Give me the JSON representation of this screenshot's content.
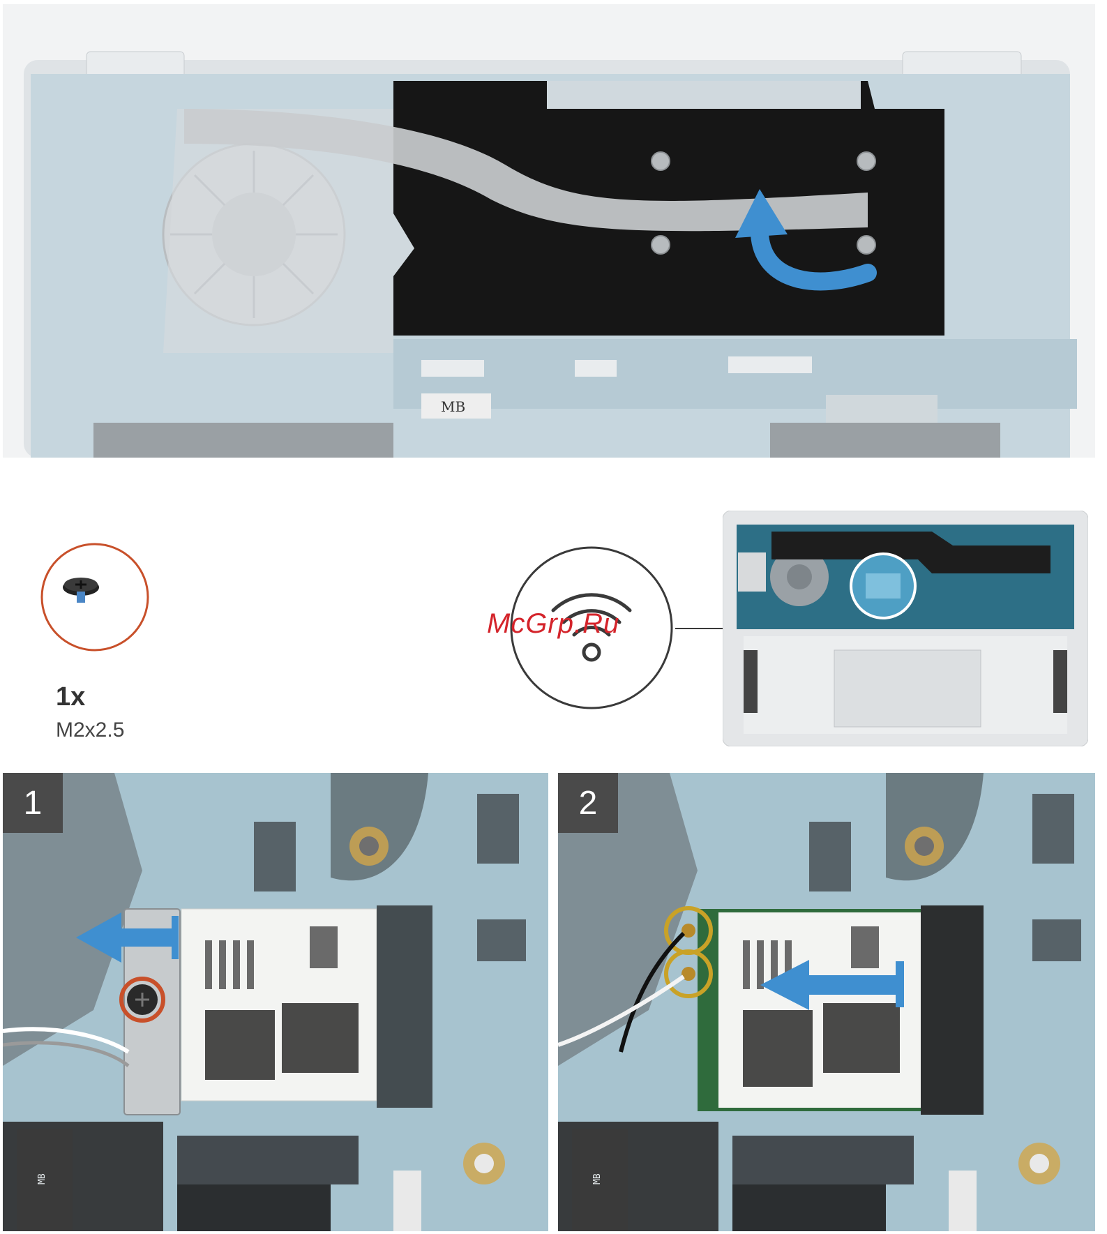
{
  "screw_callout": {
    "count": "1x",
    "screw_type": "M2x2.5"
  },
  "watermark": "McGrp.Ru",
  "steps": [
    {
      "number": "1"
    },
    {
      "number": "2"
    }
  ],
  "board_labels": {
    "mb": "MB"
  },
  "colors": {
    "arrow_blue": "#3f8fd0",
    "screw_ring": "#c8502a",
    "antenna_ring": "#c9a227",
    "board_teal": "#2e7f96",
    "heat_shield": "#1a1a1a"
  },
  "icons": [
    "wireless-icon",
    "screw-icon",
    "arrow-left-icon",
    "arrow-curved-icon"
  ]
}
